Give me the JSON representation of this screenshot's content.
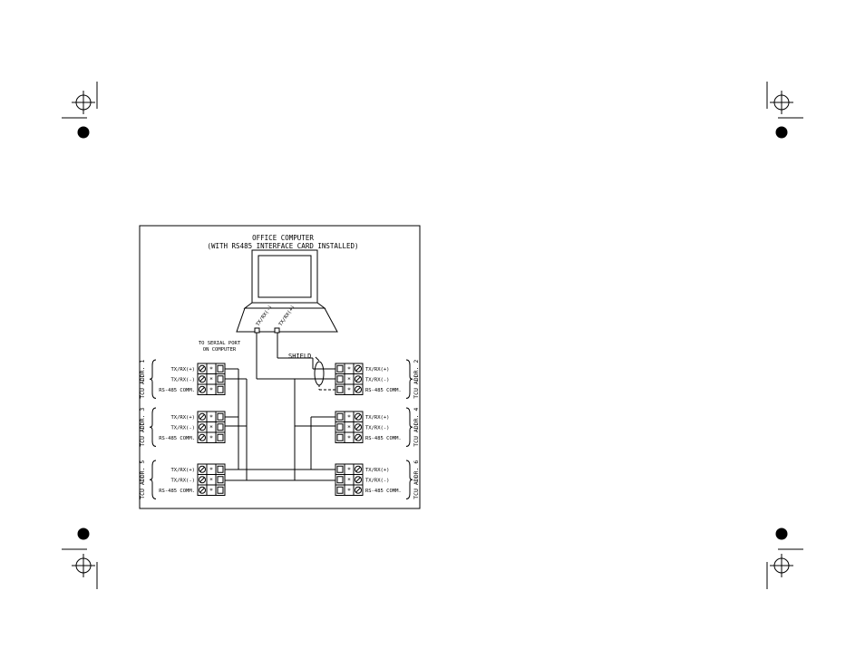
{
  "title": {
    "line1": "OFFICE COMPUTER",
    "line2": "(WITH RS485 INTERFACE CARD INSTALLED)"
  },
  "computer": {
    "port_label_minus": "TX/RX(-)",
    "port_label_plus": "TX/RX(+)"
  },
  "serial_port_note": {
    "line1": "TO SERIAL PORT",
    "line2": "ON COMPUTER"
  },
  "shield_label": "SHIELD",
  "terminal_labels": {
    "plus": "TX/RX(+)",
    "minus": "TX/RX(-)",
    "comm": "RS-485 COMM."
  },
  "tcu_units": [
    {
      "id": 1,
      "label": "TCU ADDR. 1",
      "side": "left"
    },
    {
      "id": 2,
      "label": "TCU ADDR. 2",
      "side": "right"
    },
    {
      "id": 3,
      "label": "TCU ADDR. 3",
      "side": "left"
    },
    {
      "id": 4,
      "label": "TCU ADDR. 4",
      "side": "right"
    },
    {
      "id": 5,
      "label": "TCU ADDR. 5",
      "side": "left"
    },
    {
      "id": 6,
      "label": "TCU ADDR. 6",
      "side": "right"
    }
  ],
  "colors": {
    "ink": "#000000",
    "paper": "#ffffff"
  }
}
